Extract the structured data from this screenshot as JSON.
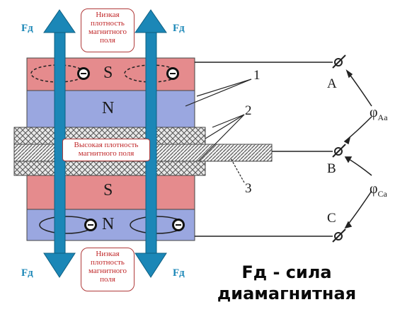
{
  "force_label": "Fд",
  "top_note": "Низкая плотность магнитного поля",
  "bottom_note": "Низкая плотность магнитного поля",
  "middle_note": "Высокая плотность магнитного поля",
  "poles": {
    "top_s": "S",
    "top_n": "N",
    "bottom_s": "S",
    "bottom_n": "N"
  },
  "callouts": {
    "one": "1",
    "two": "2",
    "three": "3"
  },
  "terminals": {
    "a": "A",
    "b": "B",
    "c": "C"
  },
  "phi_upper": {
    "symbol": "φ",
    "sub": "Aa"
  },
  "phi_lower": {
    "symbol": "φ",
    "sub": "Ca"
  },
  "caption": {
    "line1": "Fд - сила",
    "line2": "диамагнитная"
  },
  "colors": {
    "s_pole": "#e58b8d",
    "n_pole": "#9aa7e0",
    "rod": "#1b87b7",
    "label_text": "#c0282a"
  }
}
